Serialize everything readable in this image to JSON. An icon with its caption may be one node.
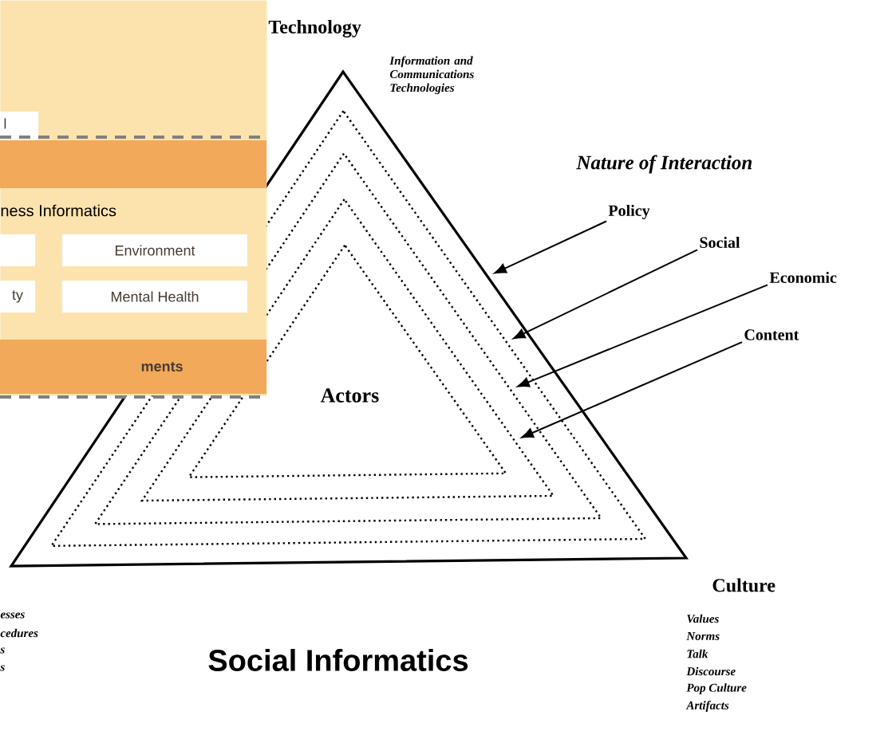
{
  "diagram": {
    "caption": "Social Informatics",
    "nodes": [
      {
        "text": [],
        "shape": "triangle"
      },
      {
        "text": [],
        "shape": "triangle",
        "in": 0
      },
      {
        "text": [],
        "shape": "triangle",
        "in": 1
      },
      {
        "text": [],
        "shape": "triangle",
        "in": 2
      },
      {
        "text": [
          "Actors"
        ],
        "in": 3
      },
      {
        "text": [
          "Policy"
        ]
      },
      {
        "text": [
          "Social"
        ]
      },
      {
        "text": [
          "Economic"
        ]
      },
      {
        "text": [
          "Content"
        ]
      },
      {
        "text": [],
        "shape": "box"
      },
      {
        "text": [
          "l"
        ],
        "in": 9
      },
      {
        "text": [],
        "shape": "box",
        "in": 9
      },
      {
        "text": [],
        "shape": "box",
        "in": 9
      },
      {
        "text": [
          "Environment"
        ],
        "in": 9
      },
      {
        "text": [
          "ty"
        ],
        "in": 9
      },
      {
        "text": [
          "Mental Health"
        ],
        "in": 9
      },
      {
        "text": [
          "ments"
        ],
        "in": 9
      }
    ],
    "edges": [
      {
        "from": 5,
        "to": 0,
        "arrow": "to"
      },
      {
        "from": 6,
        "to": 1,
        "arrow": "to"
      },
      {
        "from": 7,
        "to": 2,
        "arrow": "to"
      },
      {
        "from": 8,
        "to": 3,
        "arrow": "to"
      }
    ],
    "labels": [
      "Technology",
      "Information and Communications Technologies",
      "ness Informatics",
      "Nature of Interaction",
      "Culture",
      "esses",
      "cedures",
      "s",
      "s",
      "Values",
      "Norms",
      "Talk",
      "Discourse",
      "Pop Culture",
      "Artifacts"
    ]
  }
}
